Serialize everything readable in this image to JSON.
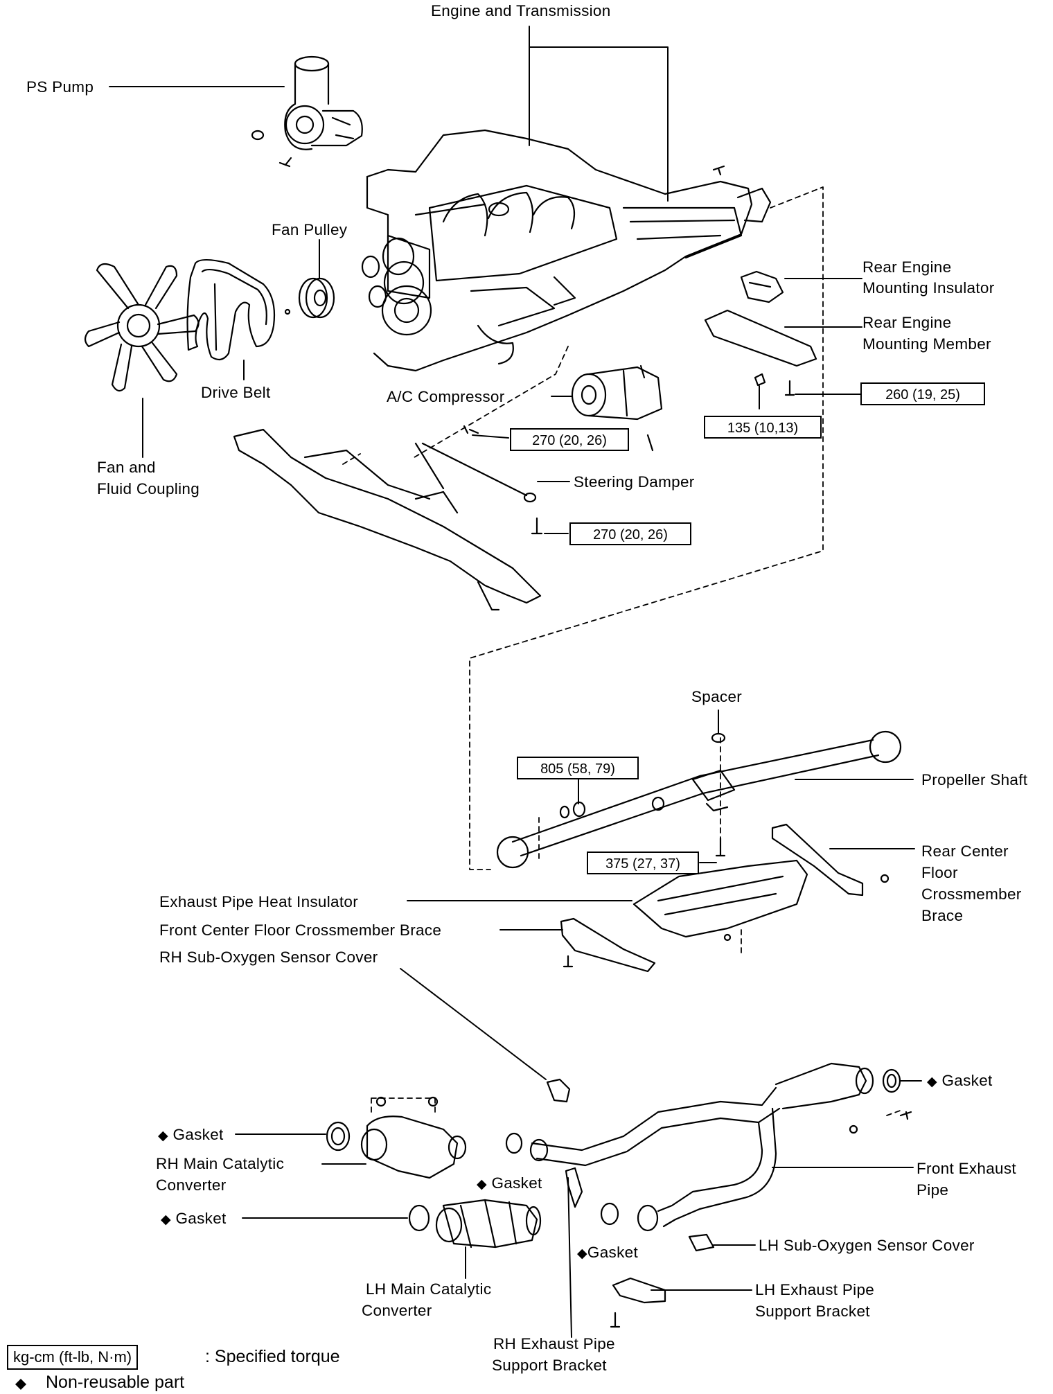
{
  "labels": {
    "engine_transmission": "Engine and Transmission",
    "ps_pump": "PS Pump",
    "fan_pulley": "Fan Pulley",
    "fan_coupling_1": "Fan and",
    "fan_coupling_2": "Fluid Coupling",
    "drive_belt": "Drive Belt",
    "ac_compressor": "A/C Compressor",
    "steering_damper": "Steering Damper",
    "rear_insulator_1": "Rear Engine",
    "rear_insulator_2": "Mounting Insulator",
    "rear_member_1": "Rear Engine",
    "rear_member_2": "Mounting Member",
    "spacer": "Spacer",
    "propeller_shaft": "Propeller Shaft",
    "rear_brace_1": "Rear Center",
    "rear_brace_2": "Floor",
    "rear_brace_3": "Crossmember",
    "rear_brace_4": "Brace",
    "heat_insulator": "Exhaust Pipe Heat Insulator",
    "front_brace": "Front Center Floor Crossmember Brace",
    "rh_sub_o2": "RH Sub-Oxygen Sensor Cover",
    "gasket_top_right": "Gasket",
    "gasket_rh_cat": "Gasket",
    "rh_cat_1": "RH Main Catalytic",
    "rh_cat_2": "Converter",
    "gasket_mid": "Gasket",
    "gasket_lh_cat": "Gasket",
    "front_exhaust_1": "Front Exhaust",
    "front_exhaust_2": "Pipe",
    "gasket_lower": "Gasket",
    "lh_sub_o2": "LH Sub-Oxygen Sensor Cover",
    "lh_cat_1": "LH Main Catalytic",
    "lh_cat_2": "Converter",
    "lh_bracket_1": "LH Exhaust Pipe",
    "lh_bracket_2": "Support Bracket",
    "rh_bracket_1": "RH Exhaust Pipe",
    "rh_bracket_2": "Support Bracket"
  },
  "torques": {
    "t260": "260 (19, 25)",
    "t135": "135 (10,13)",
    "t270a": "270 (20, 26)",
    "t270b": "270 (20, 26)",
    "t805": "805 (58, 79)",
    "t375": "375 (27, 37)"
  },
  "legend": {
    "unit_box": "kg-cm (ft-lb, N·m)",
    "unit_text": ": Specified torque",
    "nonreusable": "Non-reusable part",
    "diamond": "◆"
  }
}
